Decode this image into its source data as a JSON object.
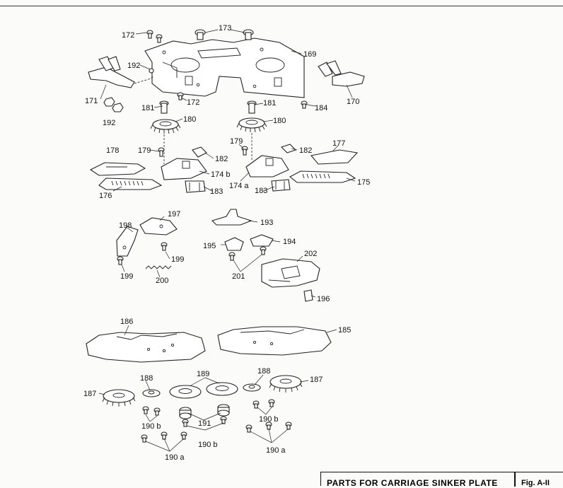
{
  "title_block": {
    "title": "PARTS FOR CARRIAGE SINKER PLATE",
    "figure": "Fig. A-II"
  },
  "labels": {
    "l172a": "172",
    "l173": "173",
    "l169": "169",
    "l192a": "192",
    "l171": "171",
    "l172b": "172",
    "l170": "170",
    "l184": "184",
    "l192b": "192",
    "l181a": "181",
    "l180a": "180",
    "l181b": "181",
    "l180b": "180",
    "l178": "178",
    "l179a": "179",
    "l182a": "182",
    "l174b": "174 b",
    "l176": "176",
    "l183a": "183",
    "l179b": "179",
    "l182b": "182",
    "l177": "177",
    "l174a": "174 a",
    "l183b": "183",
    "l175": "175",
    "l198": "198",
    "l197": "197",
    "l199a": "199",
    "l199b": "199",
    "l200": "200",
    "l193": "193",
    "l195": "195",
    "l194": "194",
    "l202": "202",
    "l201": "201",
    "l196": "196",
    "l186": "186",
    "l185": "185",
    "l188a": "188",
    "l189": "189",
    "l188b": "188",
    "l187a": "187",
    "l187b": "187",
    "l190ba": "190 b",
    "l191": "191",
    "l190bb": "190 b",
    "l190bc": "190 b",
    "l190aa": "190 a",
    "l190ab": "190 a"
  }
}
